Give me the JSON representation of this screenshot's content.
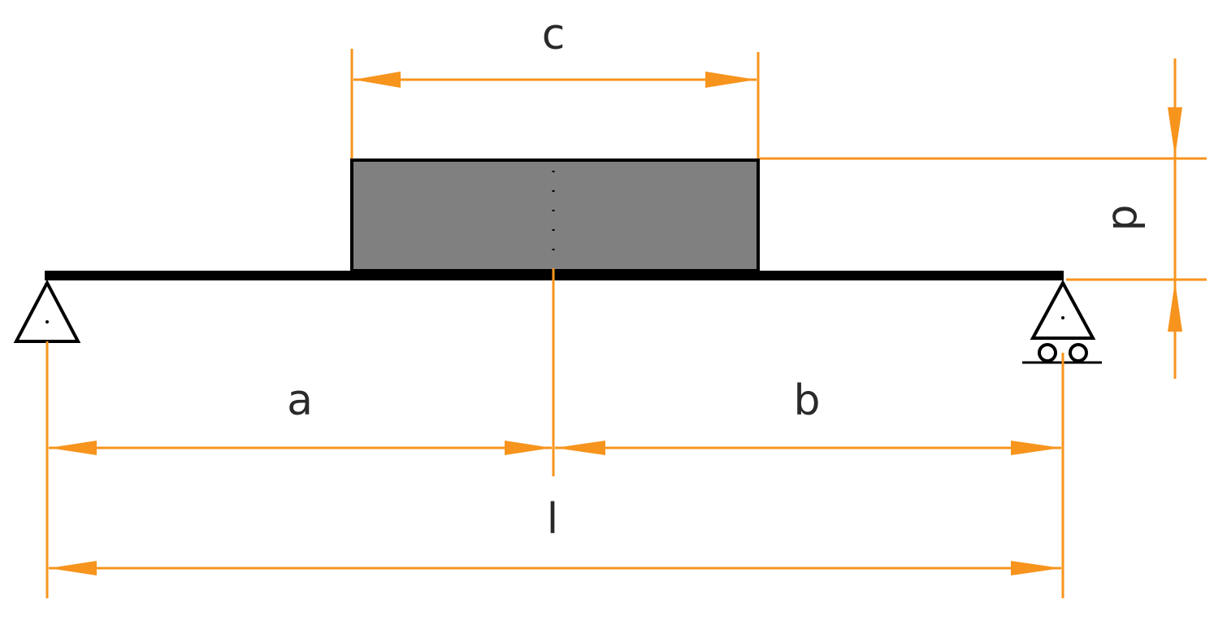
{
  "labels": {
    "c": "c",
    "p": "p",
    "a": "a",
    "b": "b",
    "l": "l"
  },
  "colors": {
    "dimension": "#f7941d",
    "load_fill": "#808080",
    "beam": "#000000",
    "label": "#2a2a2a"
  }
}
